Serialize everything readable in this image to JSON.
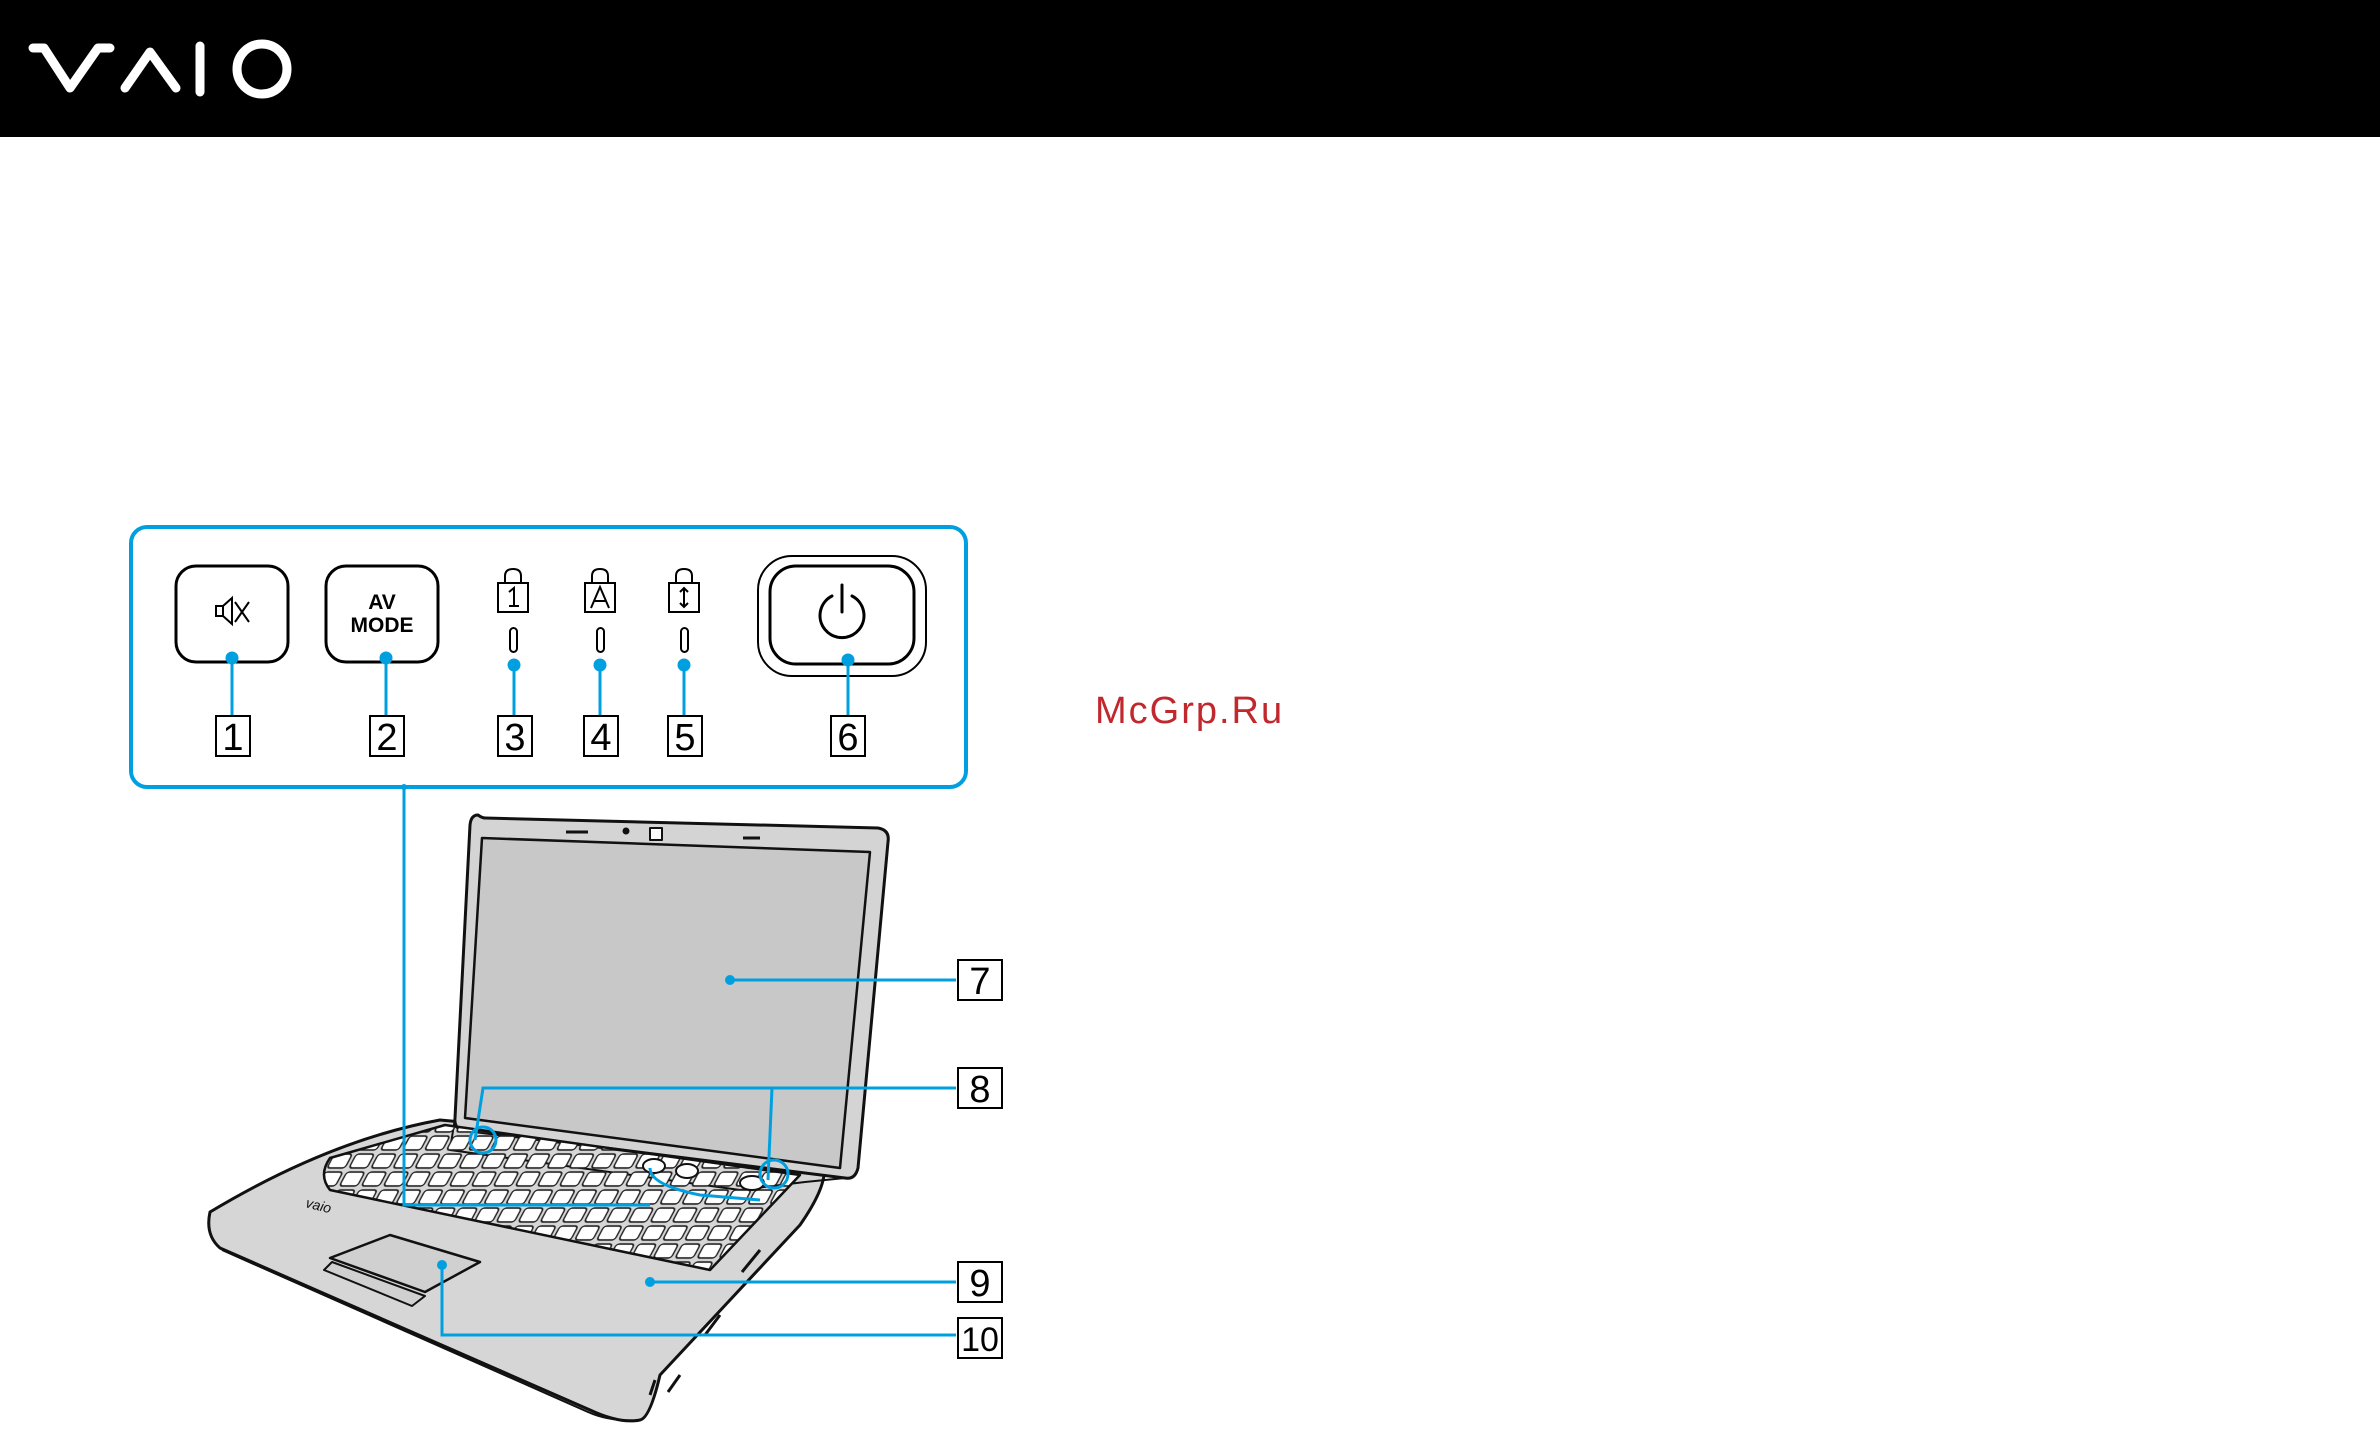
{
  "header": {
    "brand_logo": "VAIO",
    "background": "#000000"
  },
  "watermark": {
    "text": "McGrp.Ru",
    "color": "#c0282d"
  },
  "diagram": {
    "accent_color": "#00a0e0",
    "inset_buttons": {
      "mute_icon": "muted-speaker-icon",
      "av_mode_line1": "AV",
      "av_mode_line2": "MODE",
      "num_lock_icon": "num-lock-icon",
      "caps_lock_icon": "caps-lock-icon",
      "scroll_lock_icon": "scroll-lock-icon",
      "power_icon": "power-icon"
    },
    "callouts": [
      "1",
      "2",
      "3",
      "4",
      "5",
      "6",
      "7",
      "8",
      "9",
      "10"
    ]
  }
}
